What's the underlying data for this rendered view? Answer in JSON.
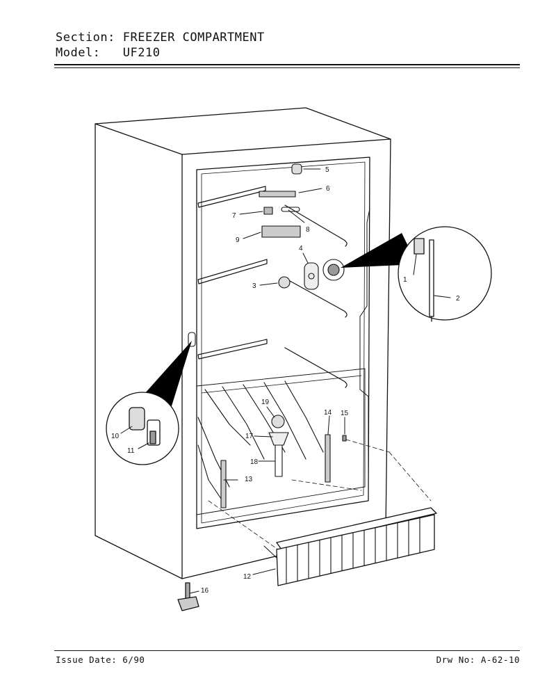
{
  "header": {
    "section_label": "Section:",
    "section_value": "FREEZER COMPARTMENT",
    "model_label": "Model:",
    "model_value": "UF210"
  },
  "footer": {
    "issue_date": "Issue Date: 6/90",
    "drawing_no": "Drw No: A-62-10"
  },
  "callouts": [
    "1",
    "2",
    "3",
    "4",
    "5",
    "6",
    "7",
    "8",
    "9",
    "10",
    "11",
    "12",
    "13",
    "14",
    "15",
    "16",
    "17",
    "18",
    "19"
  ]
}
